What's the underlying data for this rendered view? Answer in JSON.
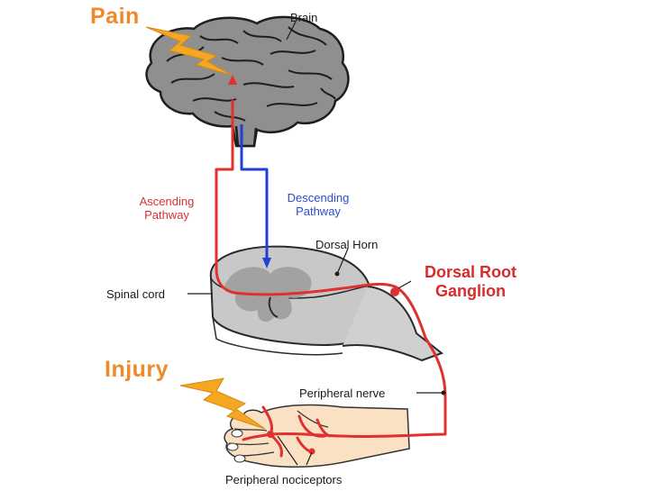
{
  "title_top": "Pain",
  "title_bottom": "Injury",
  "labels": {
    "brain": "Brain",
    "ascending_1": "Ascending",
    "ascending_2": "Pathway",
    "descending_1": "Descending",
    "descending_2": "Pathway",
    "dorsal_horn": "Dorsal Horn",
    "drg_1": "Dorsal Root",
    "drg_2": "Ganglion",
    "spinal_cord": "Spinal cord",
    "peripheral_nerve": "Peripheral nerve",
    "peripheral_nociceptors": "Peripheral nociceptors"
  },
  "colors": {
    "ascending": "#e03030",
    "descending": "#2040d0",
    "title": "#ee8a2a",
    "lightning": "#f5a623",
    "brain_fill": "#8f8f8f",
    "cord_fill": "#c8c8c8",
    "hand_fill": "#fbe1c4"
  },
  "icons": [
    "lightning-bolt-icon",
    "brain-illustration",
    "spinal-cord-cross-section",
    "hand-illustration"
  ]
}
